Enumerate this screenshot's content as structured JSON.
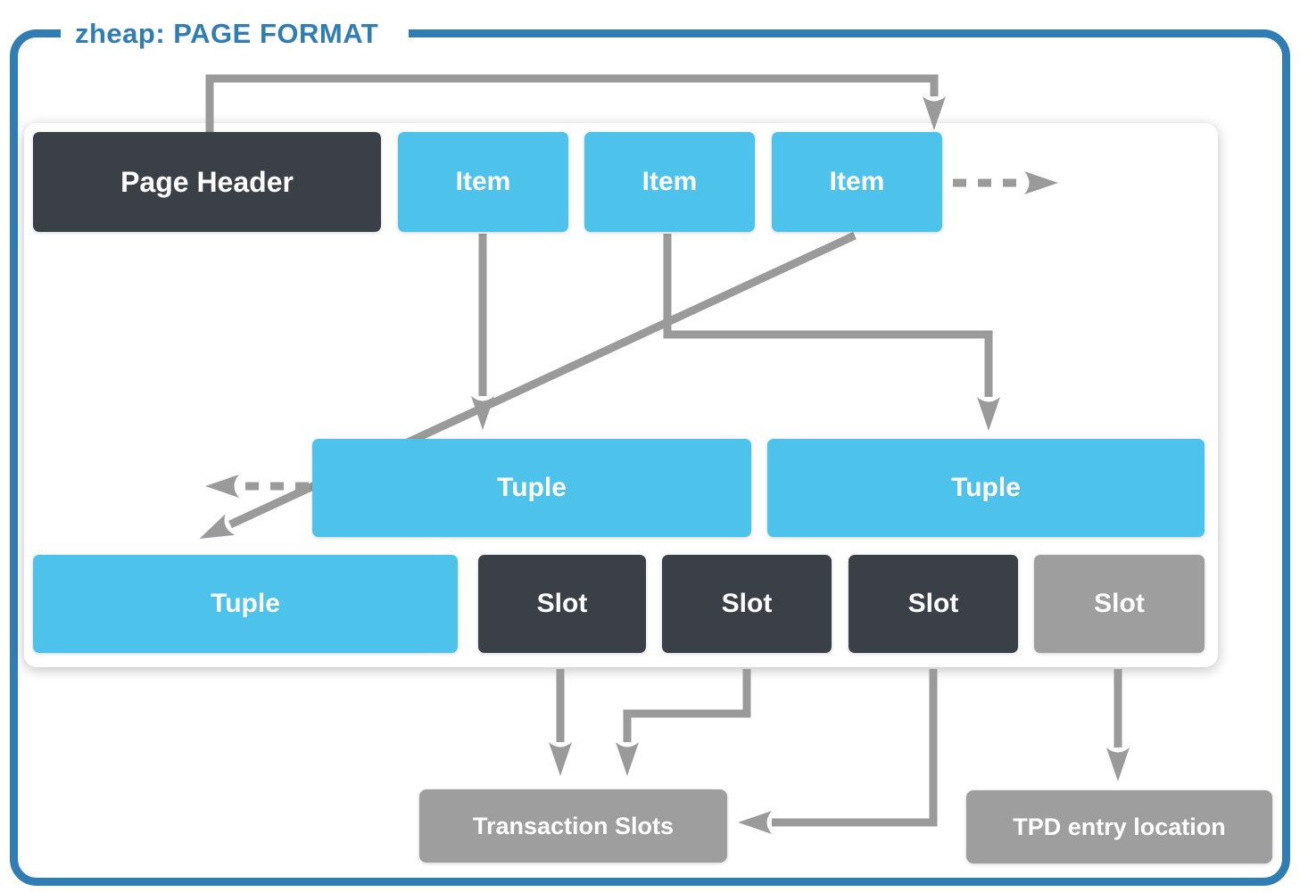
{
  "title": "zheap: PAGE FORMAT",
  "colors": {
    "accent_blue": "#2f7db3",
    "node_blue": "#4dc2ea",
    "node_dark": "#3b4047",
    "node_gray": "#9e9e9e",
    "arrow_gray": "#9a9a9a",
    "card_background": "#ffffff"
  },
  "diagram": {
    "page_header": {
      "label": "Page Header"
    },
    "items": [
      {
        "label": "Item"
      },
      {
        "label": "Item"
      },
      {
        "label": "Item"
      }
    ],
    "tuples": {
      "top_left": "Tuple",
      "top_right": "Tuple",
      "bottom_left": "Tuple"
    },
    "slots": [
      {
        "label": "Slot",
        "variant": "dark"
      },
      {
        "label": "Slot",
        "variant": "dark"
      },
      {
        "label": "Slot",
        "variant": "dark"
      },
      {
        "label": "Slot",
        "variant": "gray"
      }
    ],
    "footer": {
      "transaction_slots": "Transaction Slots",
      "tpd_entry_location": "TPD entry location"
    },
    "arrows": [
      {
        "from": "page-header",
        "to": "item-3",
        "style": "solid-elbow-over-top"
      },
      {
        "from": "item-1",
        "to": "tuple-top-left",
        "style": "solid-straight-down"
      },
      {
        "from": "item-2",
        "to": "tuple-top-right",
        "style": "solid-elbow"
      },
      {
        "from": "item-3",
        "to": "tuple-bottom-left",
        "style": "solid-diagonal"
      },
      {
        "from": "item-3",
        "to": "more-items-offpage",
        "style": "dashed-right"
      },
      {
        "from": "tuple-top-left",
        "to": "more-tuples-offpage",
        "style": "dashed-left"
      },
      {
        "from": "slot-1",
        "to": "transaction-slots",
        "style": "solid-straight-down"
      },
      {
        "from": "slot-2",
        "to": "transaction-slots",
        "style": "solid-elbow"
      },
      {
        "from": "slot-3",
        "to": "transaction-slots",
        "style": "solid-elbow-left"
      },
      {
        "from": "slot-4",
        "to": "tpd-entry-location",
        "style": "solid-straight-down"
      }
    ]
  }
}
